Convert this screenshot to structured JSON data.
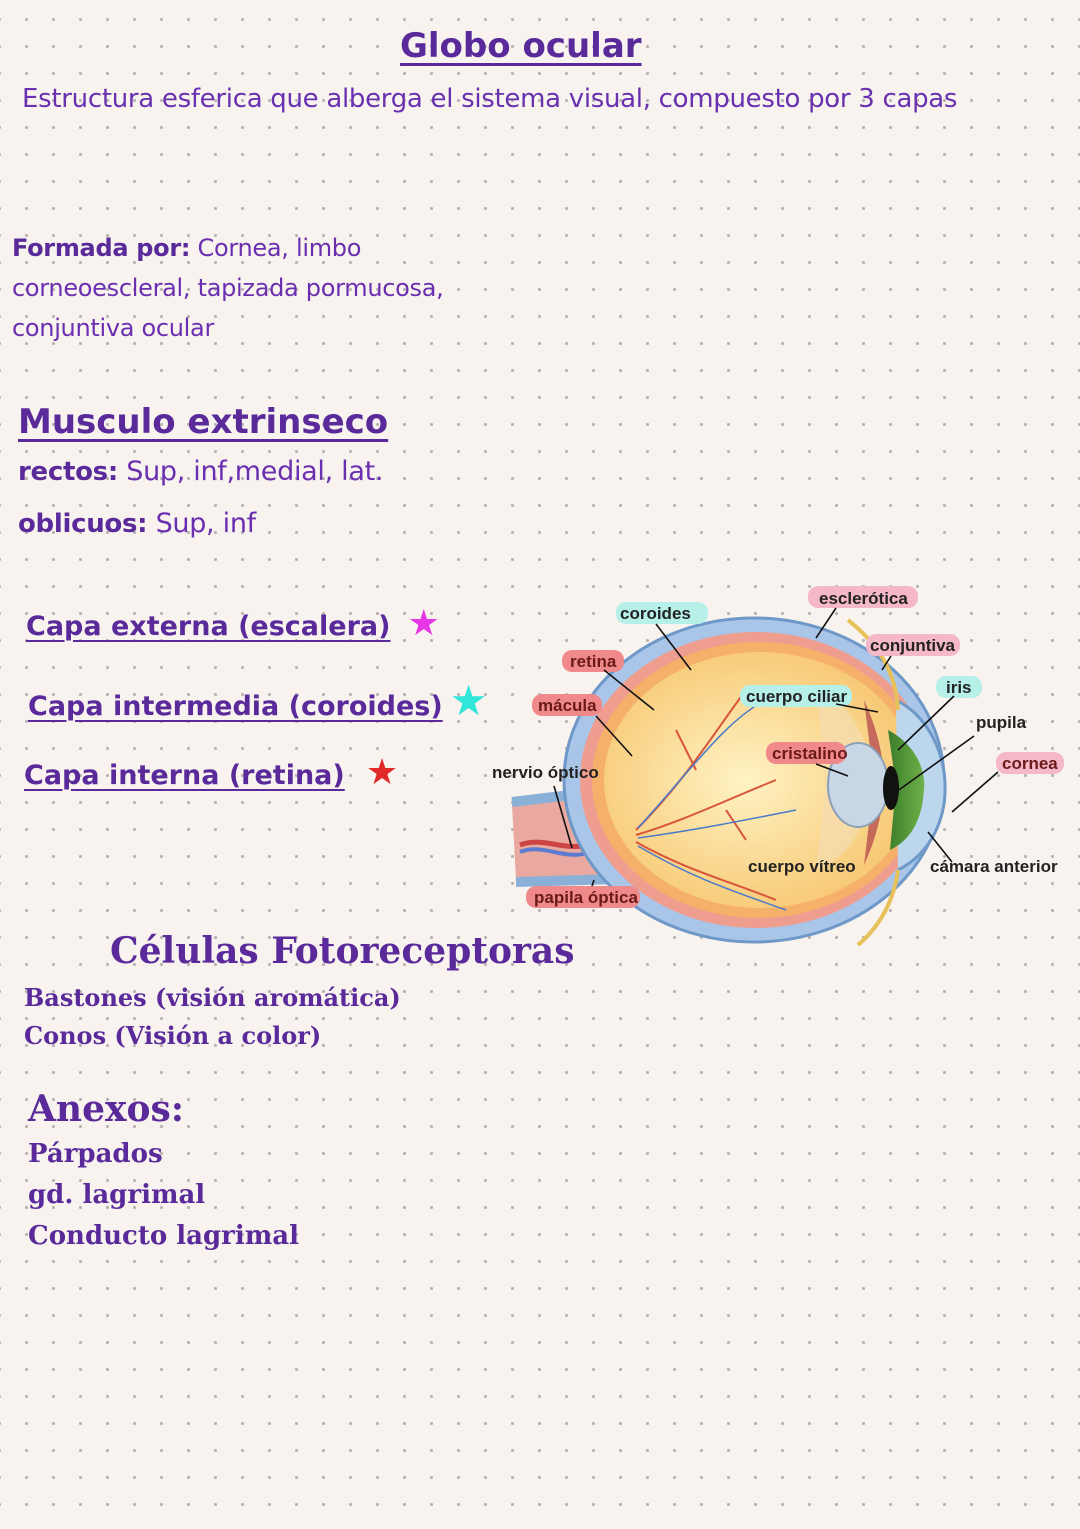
{
  "header": {
    "title": "Globo ocular",
    "subtitle": "Estructura esferica que alberga el sistema visual, compuesto por 3 capas"
  },
  "formada": {
    "label": "Formada por:",
    "line1": "Cornea, limbo",
    "line2": "corneoescleral, tapizada pormucosa,",
    "line3": "conjuntiva ocular"
  },
  "musculo": {
    "title": "Musculo extrinseco",
    "rectos_label": "rectos:",
    "rectos_value": "Sup, inf,medial, lat.",
    "oblicuos_label": "oblicuos:",
    "oblicuos_value": "Sup, inf"
  },
  "capas": [
    {
      "label": "Capa externa (escalera)",
      "star": "★",
      "star_color": "#e637e6"
    },
    {
      "label": "Capa intermedia (coroides)",
      "star": "★",
      "star_color": "#2fe6d8"
    },
    {
      "label": "Capa interna (retina)",
      "star": "★",
      "star_color": "#e02a2a"
    }
  ],
  "diagram": {
    "labels": {
      "coroides": "coroides",
      "esclerotica": "esclerótica",
      "conjuntiva": "conjuntiva",
      "retina": "retina",
      "iris": "iris",
      "macula": "mácula",
      "cuerpo_ciliar": "cuerpo ciliar",
      "pupila": "pupila",
      "cristalino": "cristalino",
      "nervio_optico": "nervio óptico",
      "cornea": "cornea",
      "cuerpo_vitreo": "cuerpo vítreo",
      "camara_anterior": "cámara anterior",
      "papila_optica": "papila óptica"
    },
    "colors": {
      "highlight_green": "#b6f0e8",
      "highlight_pink": "#f4b8c8",
      "highlight_red": "#f08a8a"
    }
  },
  "celulas": {
    "title": "Células Fotoreceptoras",
    "items": [
      "Bastones (visión aromática)",
      "Conos (Visión a color)"
    ]
  },
  "anexos": {
    "title": "Anexos:",
    "items": [
      "Párpados",
      "gd. lagrimal",
      "Conducto lagrimal"
    ]
  }
}
